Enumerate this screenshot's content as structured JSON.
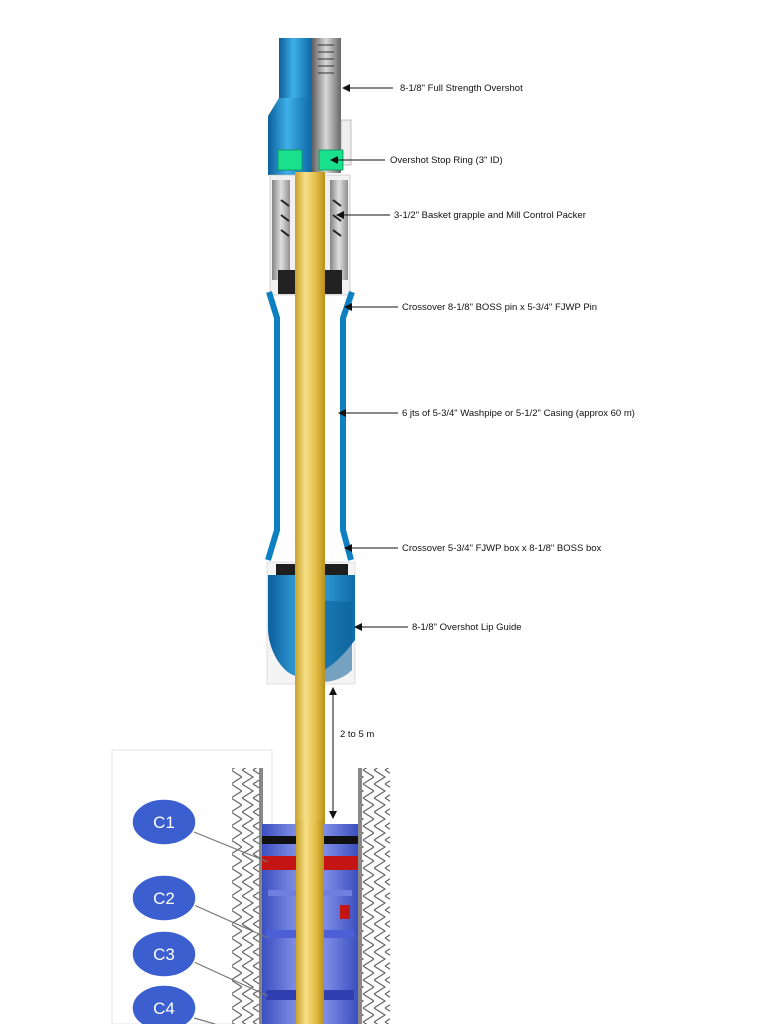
{
  "colors": {
    "steel_blue": "#1e8fd0",
    "steel_blue_dark": "#0b5f9c",
    "pipe_gold": "#e6c34a",
    "stop_ring_green": "#19e08c",
    "badge_blue": "#3c5fd0",
    "tool_blue": "#5a6fe0",
    "seal_red": "#d01818"
  },
  "callouts": [
    {
      "id": "overshot",
      "text": "8-1/8\" Full Strength Overshot"
    },
    {
      "id": "stop_ring",
      "text": "Overshot Stop Ring (3\" ID)"
    },
    {
      "id": "grapple",
      "text": "3-1/2\" Basket grapple and Mill Control Packer"
    },
    {
      "id": "crossover_top",
      "text": "Crossover 8-1/8\" BOSS pin x 5-3/4\" FJWP Pin"
    },
    {
      "id": "washpipe",
      "text": "6 jts of 5-3/4\" Washpipe or 5-1/2\" Casing (approx 60 m)"
    },
    {
      "id": "crossover_bottom",
      "text": "Crossover 5-3/4\" FJWP box x 8-1/8\" BOSS box"
    },
    {
      "id": "lip_guide",
      "text": "8-1/8\" Overshot Lip Guide"
    }
  ],
  "dimension": {
    "label": "2 to 5 m"
  },
  "components": [
    {
      "id": "c1",
      "label": "C1"
    },
    {
      "id": "c2",
      "label": "C2"
    },
    {
      "id": "c3",
      "label": "C3"
    },
    {
      "id": "c4",
      "label": "C4"
    }
  ]
}
